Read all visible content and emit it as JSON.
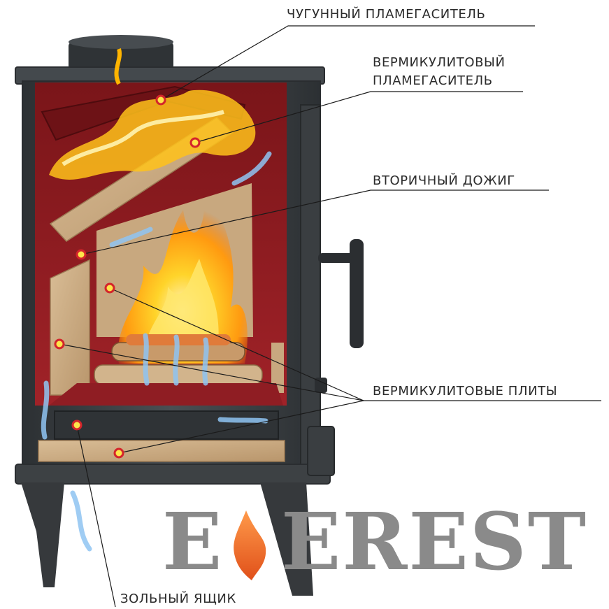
{
  "labels": {
    "cast_iron_baffle": "ЧУГУННЫЙ ПЛАМЕГАСИТЕЛЬ",
    "vermiculite_baffle_line1": "ВЕРМИКУЛИТОВЫЙ",
    "vermiculite_baffle_line2": "ПЛАМЕГАСИТЕЛЬ",
    "secondary_combustion": "ВТОРИЧНЫЙ ДОЖИГ",
    "vermiculite_plates": "ВЕРМИКУЛИТОВЫЕ ПЛИТЫ",
    "ash_box": "ЗОЛЬНЫЙ ЯЩИК"
  },
  "brand": {
    "first_letter": "E",
    "rest": "EREST"
  },
  "colors": {
    "stove_body": "#3d4144",
    "stove_edge": "#2a2d30",
    "chamber_red": "#8c1c22",
    "vermiculite": "#c9a982",
    "flame_yellow": "#ffd42a",
    "flame_orange": "#ff8a00",
    "air_blue": "#8fc4f2",
    "marker_red": "#d4252b",
    "marker_yellow": "#ffe44a",
    "leader_line": "#1a1a1a",
    "brand_gray": "#8a8a8a",
    "brand_flame": "#f0782a"
  }
}
